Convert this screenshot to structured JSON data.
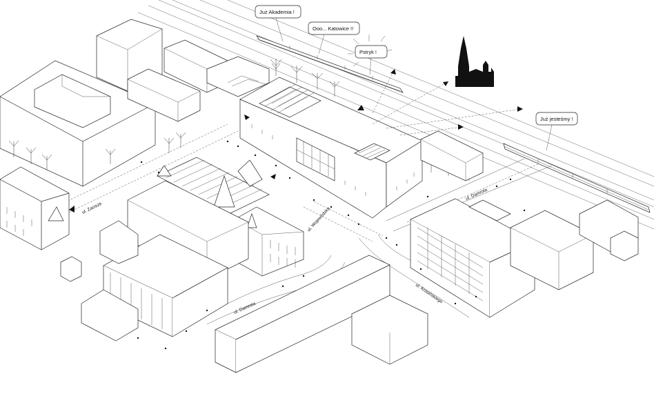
{
  "speech_bubbles": {
    "akademia": "Już Akademia !",
    "katowice": "Ooo... Katowice !!",
    "pstryk": "Pstryk !",
    "jestesmy": "Już jesteśmy !"
  },
  "street_labels": {
    "zacisze": "ul. Zacisze",
    "wojewodzka": "ul. Wojewódzka",
    "damrota_left": "ul. Damrota",
    "damrota_right": "ul. Damrota",
    "krasinskiego": "ul. Krasińskiego"
  },
  "colors": {
    "line": "#222222",
    "background": "#ffffff",
    "fill_dark": "#111111"
  },
  "icons": {
    "cathedral": "cathedral-silhouette-icon",
    "flash": "camera-flash-icon"
  }
}
